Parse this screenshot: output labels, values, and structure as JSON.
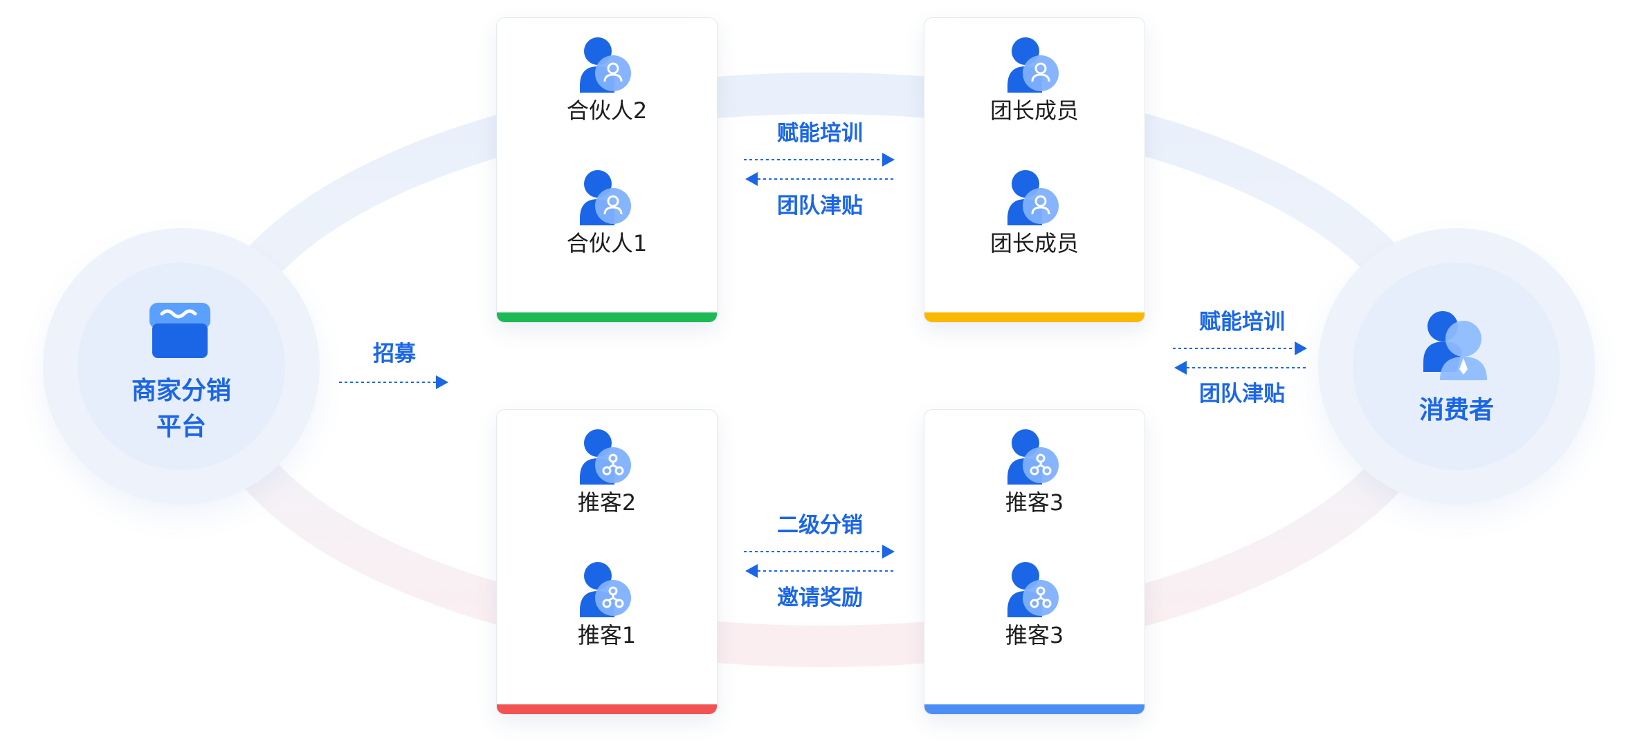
{
  "colors": {
    "brand": "#1b66e6",
    "partner_bar": "#1db955",
    "team_bar": "#fbb800",
    "recommender_bar": "#f25252",
    "recommender3_bar": "#4b8ff5"
  },
  "platform": {
    "line1": "商家分销",
    "line2": "平台",
    "icon": "store-icon"
  },
  "consumer": {
    "label": "消费者",
    "icon": "consumer-icon"
  },
  "recruit": {
    "label": "招募"
  },
  "cards": {
    "partners": {
      "top": "合伙人2",
      "bottom": "合伙人1",
      "icon": "user-icon"
    },
    "team": {
      "top": "团长成员",
      "bottom": "团长成员",
      "icon": "user-icon"
    },
    "recommenders": {
      "top": "推客2",
      "bottom": "推客1",
      "icon": "network-user-icon"
    },
    "recommenders3": {
      "top": "推客3",
      "bottom": "推客3",
      "icon": "network-user-icon"
    }
  },
  "flows": {
    "partners_team": {
      "forward": "赋能培训",
      "backward": "团队津贴"
    },
    "team_consumer": {
      "forward": "赋能培训",
      "backward": "团队津贴"
    },
    "recommenders": {
      "forward": "二级分销",
      "backward": "邀请奖励"
    }
  }
}
